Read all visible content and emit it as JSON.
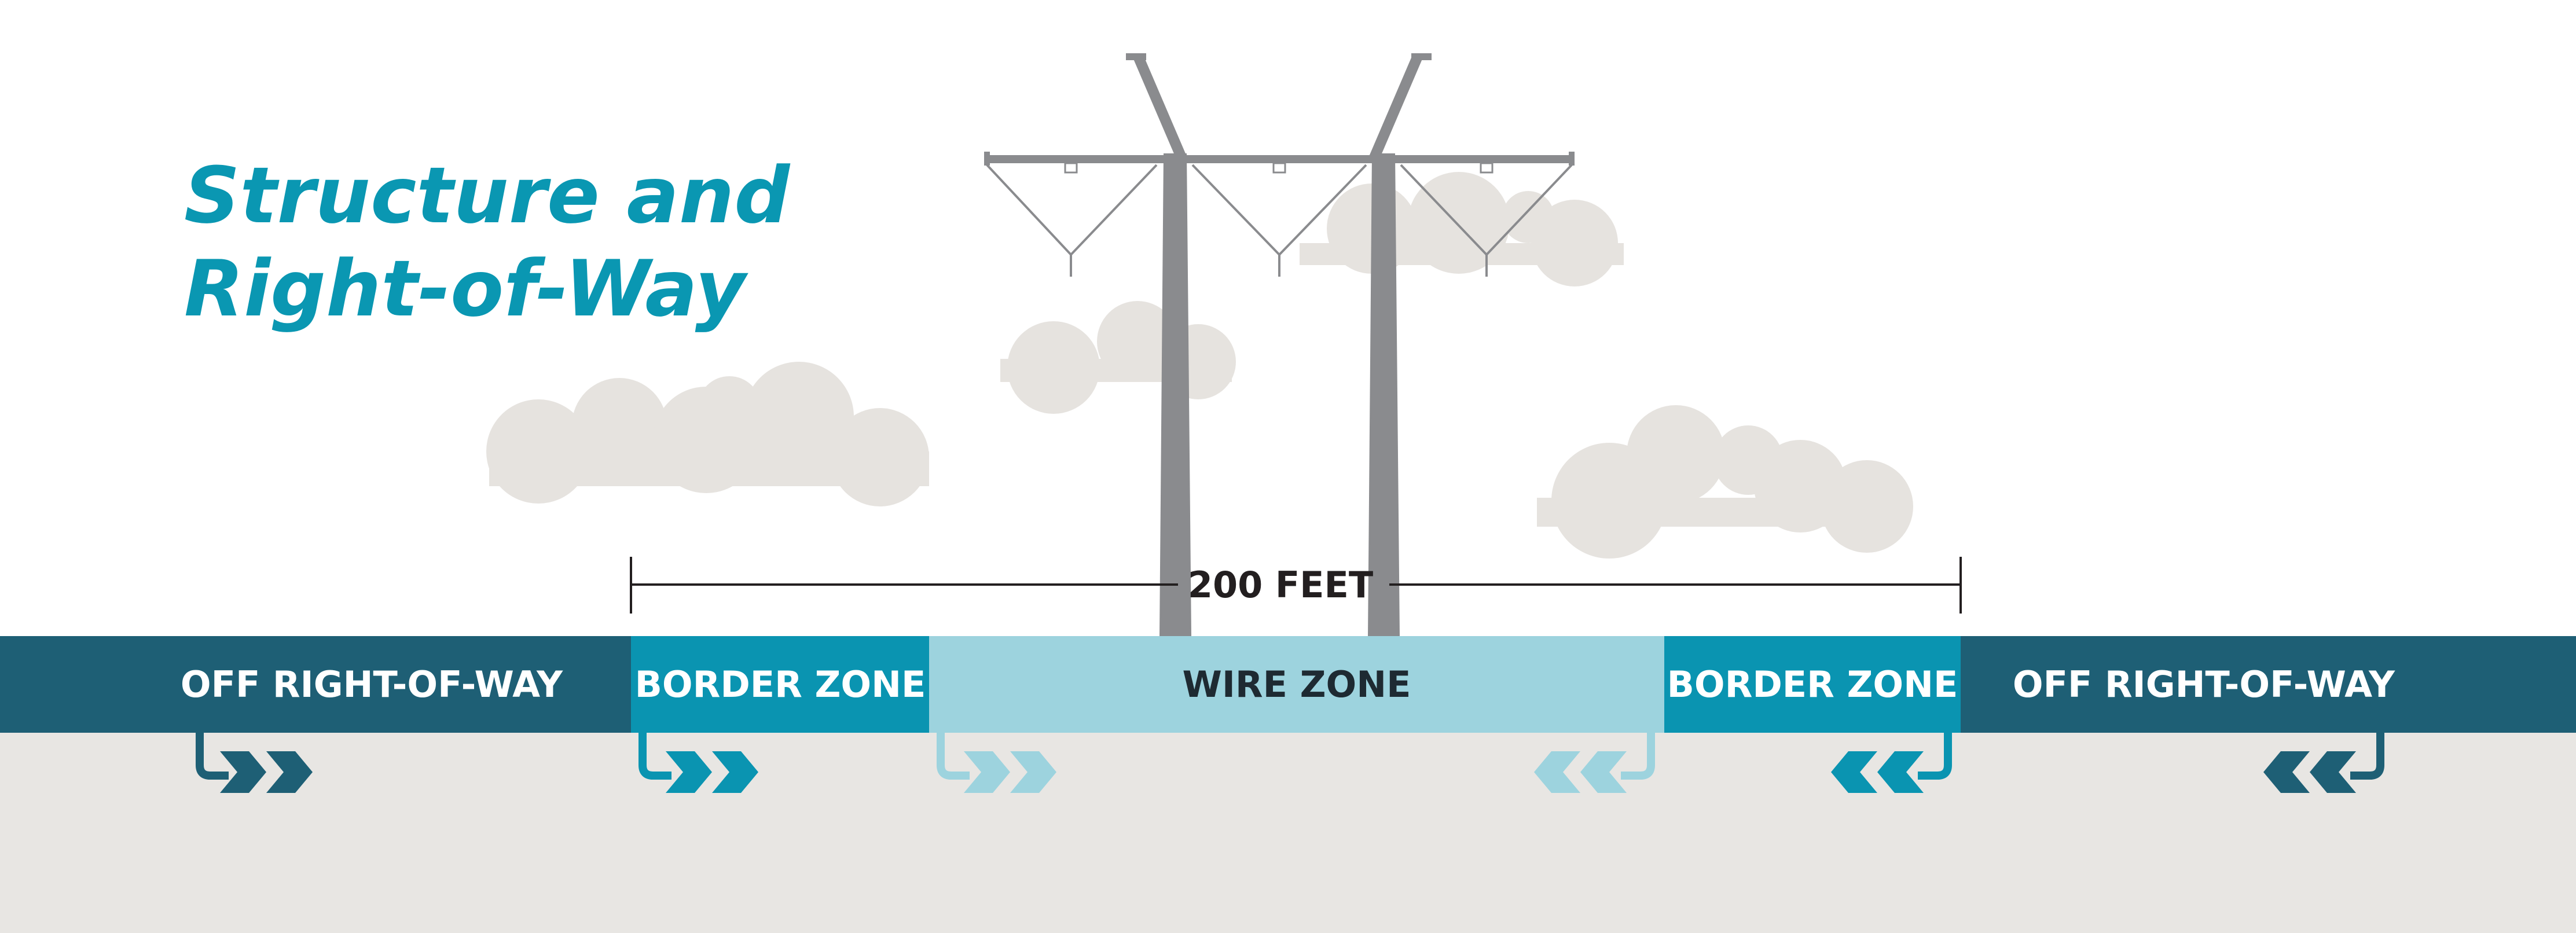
{
  "title": {
    "line1": "Structure and",
    "line2": "Right-of-Way"
  },
  "measurement": {
    "label": "200 FEET"
  },
  "zones": [
    {
      "label": "OFF RIGHT-OF-WAY",
      "color": "#1e5f75",
      "text_color": "#ffffff"
    },
    {
      "label": "BORDER ZONE",
      "color": "#0a94b1",
      "text_color": "#ffffff"
    },
    {
      "label": "WIRE ZONE",
      "color": "#9dd3de",
      "text_color": "#1e2a32"
    },
    {
      "label": "BORDER ZONE",
      "color": "#0a94b1",
      "text_color": "#ffffff"
    },
    {
      "label": "OFF RIGHT-OF-WAY",
      "color": "#1e5f75",
      "text_color": "#ffffff"
    }
  ],
  "colors": {
    "title": "#0a97b2",
    "ground": "#e8e6e3",
    "cloud": "#e6e3df",
    "tower": "#8a8b8e"
  },
  "icons": {
    "arrows": "double-chevron-arrow",
    "tower": "transmission-tower",
    "clouds": "cloud"
  }
}
